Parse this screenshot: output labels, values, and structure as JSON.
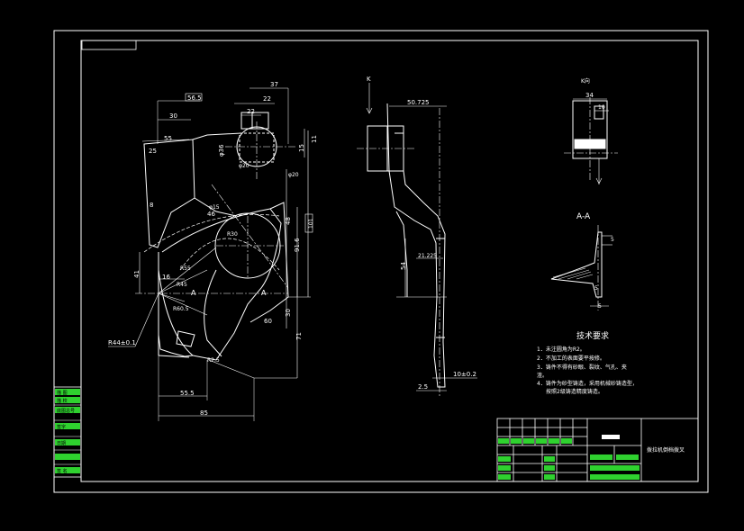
{
  "drawing": {
    "top_left_box_label": "",
    "view_label_k": "K",
    "section_label": "A-A",
    "view_label_kdir": "K向",
    "cut_label_left": "A",
    "cut_label_right": "A",
    "title_block_name": "拨拉机倒档拨叉",
    "title_block_badge": "",
    "left_column_labels": [
      "描 图",
      "描 校",
      "底图总号",
      "签字",
      "日期",
      "签 名"
    ]
  },
  "front_view_dims": {
    "d_top_box": "56.5",
    "d37": "37",
    "d22a": "22",
    "d22b": "22",
    "d30": "30",
    "d55": "55",
    "d25": "25",
    "d8": "8",
    "phi36": "φ36",
    "r15": "15",
    "r11": "11",
    "phi20a": "φ20",
    "phi20b": "φ20",
    "d46": "46",
    "phi15": "φ15",
    "d48": "48",
    "d91_6": "91.6",
    "d101": "101",
    "r30": "R30",
    "r55": "R55",
    "r45": "R45",
    "d41": "41",
    "d16": "16",
    "r60_5": "R60.5",
    "d60": "60",
    "d30v": "30",
    "d71": "71",
    "r44": "R44±0.1",
    "r2_5": "R2.5",
    "d55_5": "55.5",
    "d85": "85"
  },
  "side_view_dims": {
    "d50_725": "50.725",
    "d54": "54",
    "d21_225": "21.225",
    "d10": "10±0.2",
    "d2_5": "2.5"
  },
  "k_view_dims": {
    "d34": "34",
    "d10": "10"
  },
  "section_dims": {
    "d5a": "5",
    "d5b": "5",
    "d5c": "5"
  },
  "tech_requirements": {
    "title": "技术要求",
    "items": [
      "1．未注圆角为R2。",
      "2．不加工的表面要平按修。",
      "3．铸件不得有砂眼、裂纹、气孔、夹",
      "渣。",
      "4．铸件为砂型铸造，采用机械砂铸造型，",
      "按照2级铸造精度铸造。"
    ]
  },
  "colors": {
    "background": "#000000",
    "line": "#ffffff",
    "accent": "#2fd12f"
  }
}
